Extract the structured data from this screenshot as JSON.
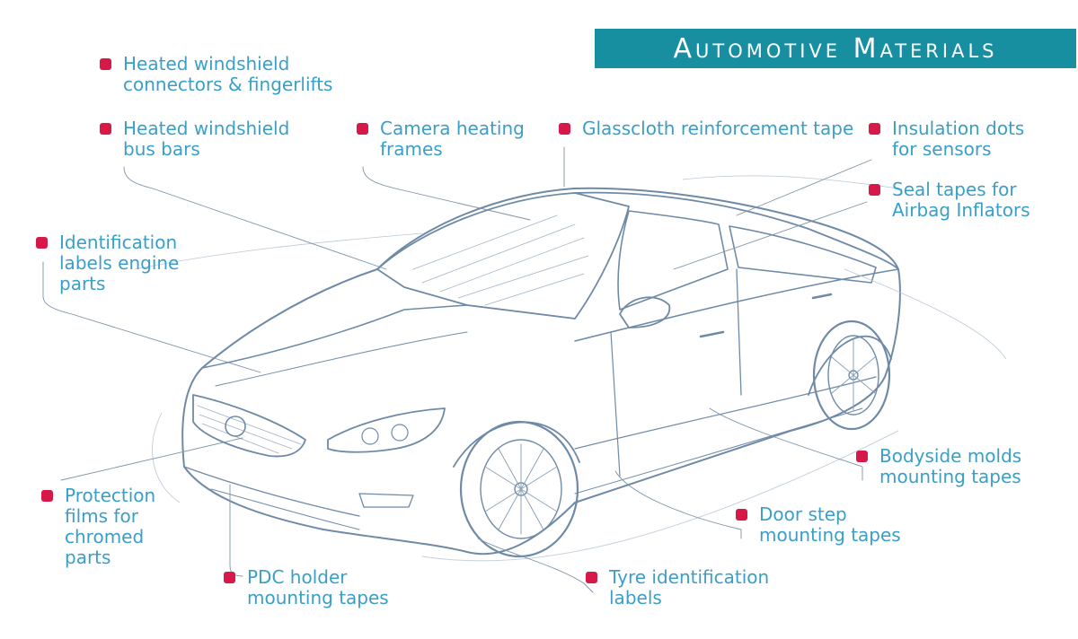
{
  "title": "Automotive Materials",
  "colors": {
    "accent": "#178fa0",
    "bullet": "#d7194a",
    "label_text": "#3a9fc7",
    "sketch": "#5f7f9c"
  },
  "labels": {
    "heated_connectors": [
      "Heated windshield",
      "connectors & fingerlifts"
    ],
    "heated_bus_bars": [
      "Heated windshield",
      "bus bars"
    ],
    "camera_heating": [
      "Camera heating",
      "frames"
    ],
    "glasscloth": [
      "Glasscloth reinforcement tape"
    ],
    "insulation_dots": [
      "Insulation dots",
      "for sensors"
    ],
    "seal_tapes": [
      "Seal tapes for",
      "Airbag Inflators"
    ],
    "identification_labels": [
      "Identification",
      "labels engine",
      "parts"
    ],
    "protection_films": [
      "Protection",
      "films for",
      "chromed",
      "parts"
    ],
    "pdc_holder": [
      "PDC holder",
      "mounting tapes"
    ],
    "tyre_identification": [
      "Tyre identification",
      "labels"
    ],
    "door_step": [
      "Door step",
      "mounting tapes"
    ],
    "bodyside_molds": [
      "Bodyside molds",
      "mounting tapes"
    ]
  }
}
